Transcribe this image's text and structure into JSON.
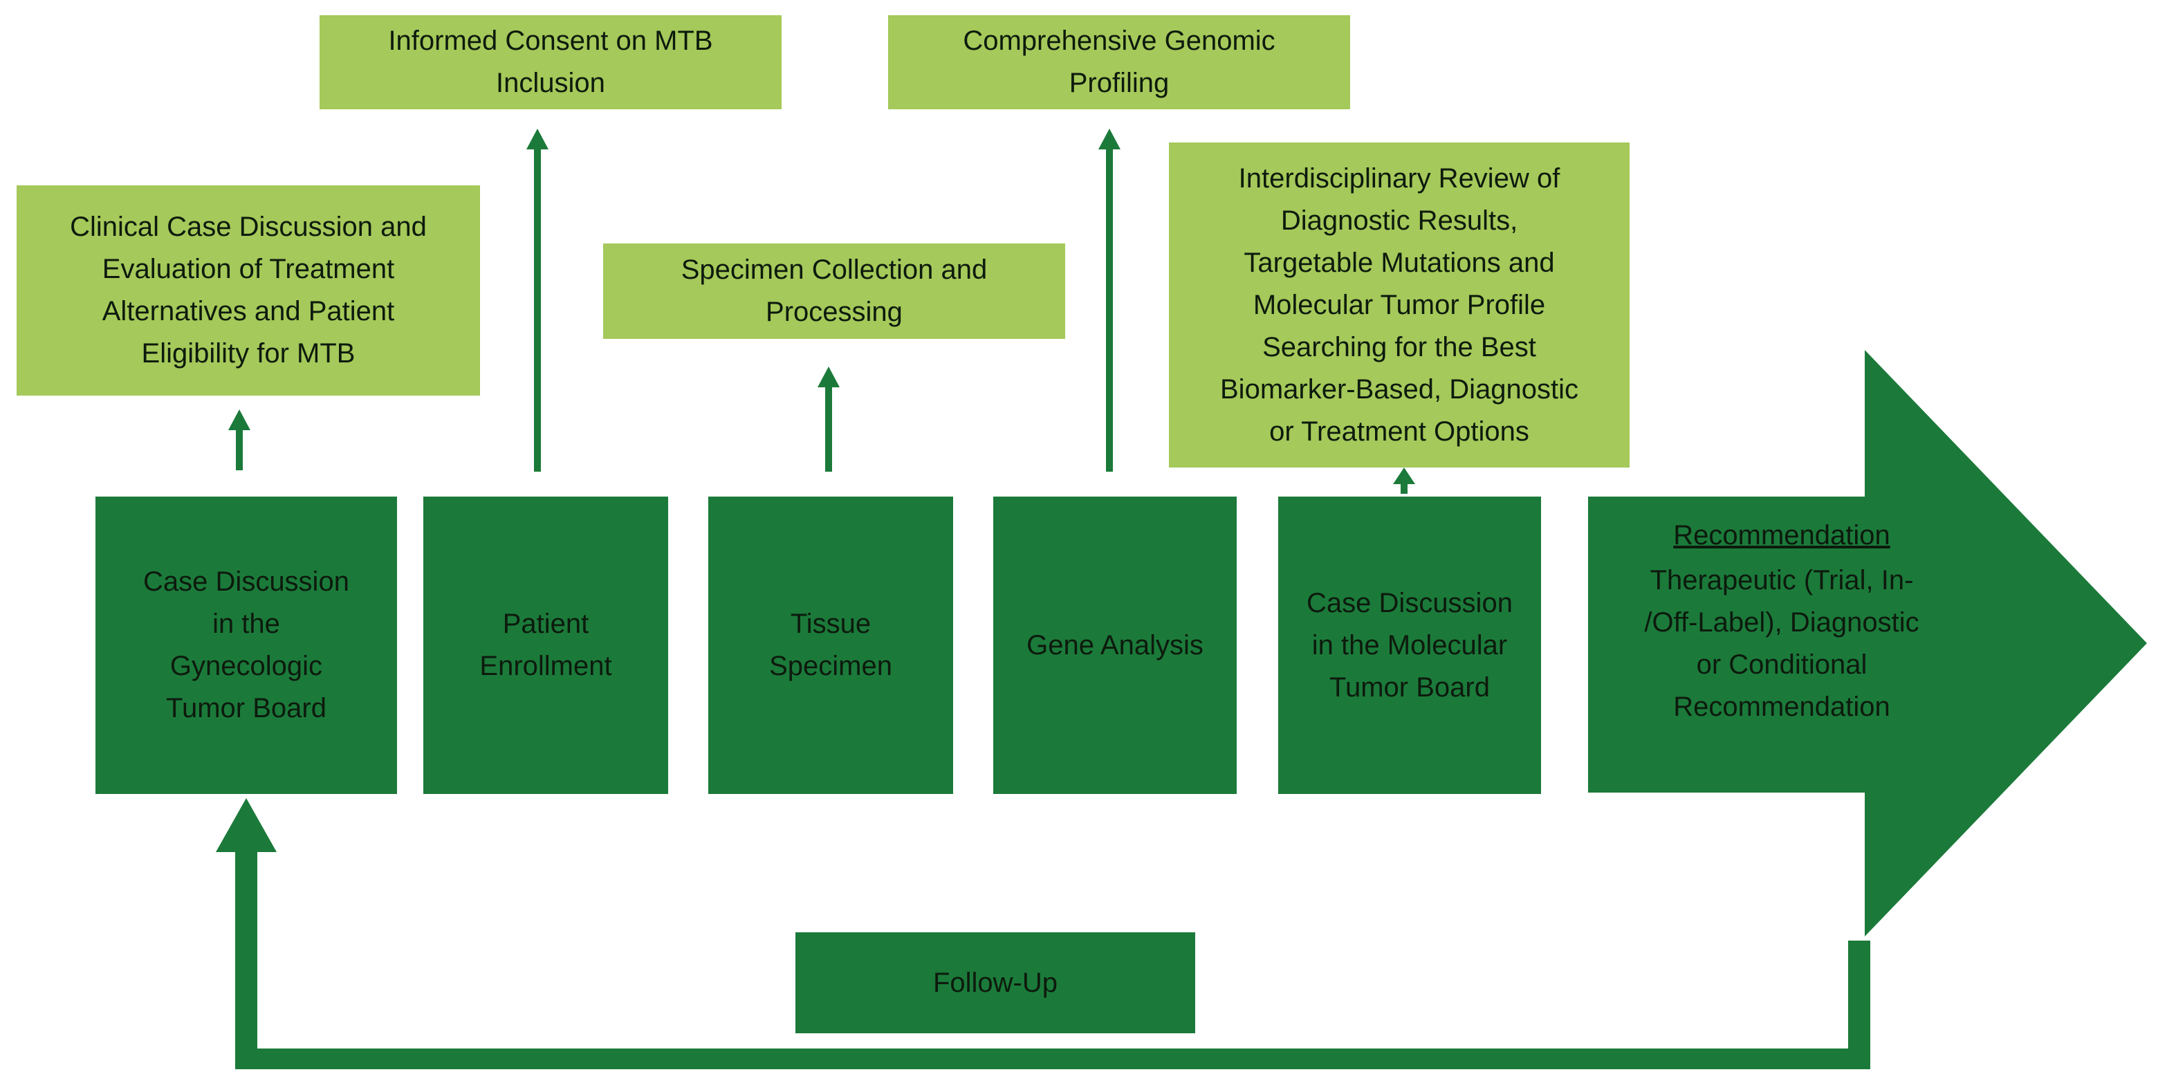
{
  "colors": {
    "top_box": "#a5c95a",
    "step_box": "#1b7a3a",
    "arrow": "#1b7a3a"
  },
  "top_boxes": {
    "clinical": "Clinical Case Discussion and\nEvaluation of Treatment\nAlternatives and Patient\nEligibility for MTB",
    "consent": "Informed Consent on MTB\nInclusion",
    "specimen": "Specimen Collection and\nProcessing",
    "genomic": "Comprehensive Genomic\nProfiling",
    "review": "Interdisciplinary Review of\nDiagnostic Results,\nTargetable Mutations and\nMolecular Tumor Profile\nSearching for the Best\nBiomarker-Based, Diagnostic\nor Treatment Options"
  },
  "steps": {
    "gyn_board": "Case Discussion\nin the\nGynecologic\nTumor Board",
    "enrollment": "Patient\nEnrollment",
    "tissue": "Tissue\nSpecimen",
    "gene": "Gene Analysis",
    "mol_board": "Case Discussion\nin the Molecular\nTumor Board"
  },
  "recommendation": {
    "title": "Recommendation",
    "body": "Therapeutic (Trial, In-\n/Off-Label), Diagnostic\nor Conditional\nRecommendation"
  },
  "follow_up": "Follow-Up"
}
